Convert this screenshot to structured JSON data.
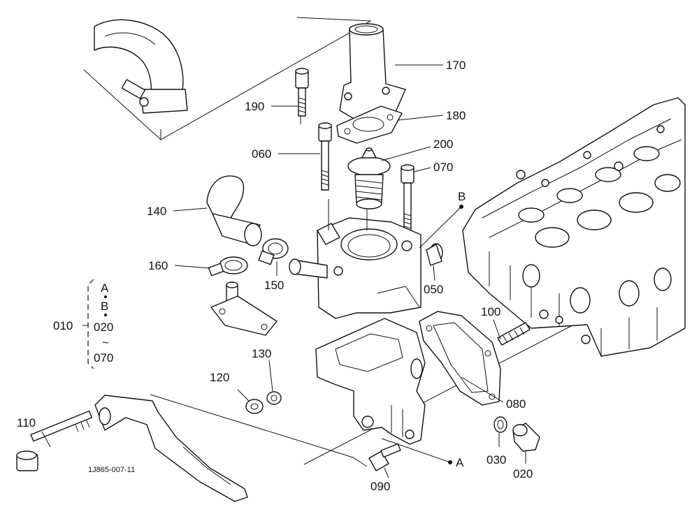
{
  "diagram": {
    "drawing_code": "1J865-007-11",
    "callouts": {
      "c010": "010",
      "c020": "020",
      "c030": "030",
      "c050": "050",
      "c060": "060",
      "c070": "070",
      "c080": "080",
      "c090": "090",
      "c100": "100",
      "c110": "110",
      "c120": "120",
      "c130": "130",
      "c140": "140",
      "c150": "150",
      "c160": "160",
      "c170": "170",
      "c180": "180",
      "c190": "190",
      "c200": "200"
    },
    "markers": {
      "a": "A",
      "b": "B"
    },
    "legend_010": {
      "a": "A",
      "b": "B",
      "from": "020",
      "range": "~",
      "to": "070"
    }
  }
}
